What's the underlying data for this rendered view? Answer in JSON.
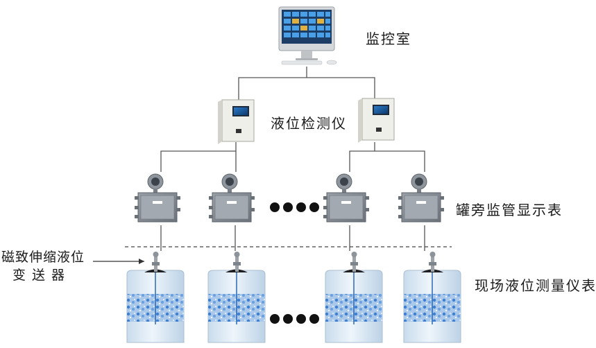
{
  "labels": {
    "monitoring_room": "监控室",
    "level_detector": "液位检测仪",
    "tank_display": "罐旁监管显示表",
    "sensor_line1": "磁致伸缩液位",
    "sensor_line2": "变送器",
    "field_instrument": "现场液位测量仪表"
  },
  "ellipsis_dots": "●●●●",
  "colors": {
    "line": "#555555",
    "dashed": "#444444",
    "tank_body": "#d6e6f2",
    "liquid_dots": "#3f7fd0",
    "enclosure": "#8a8f96",
    "cabinet": "#efefea"
  }
}
